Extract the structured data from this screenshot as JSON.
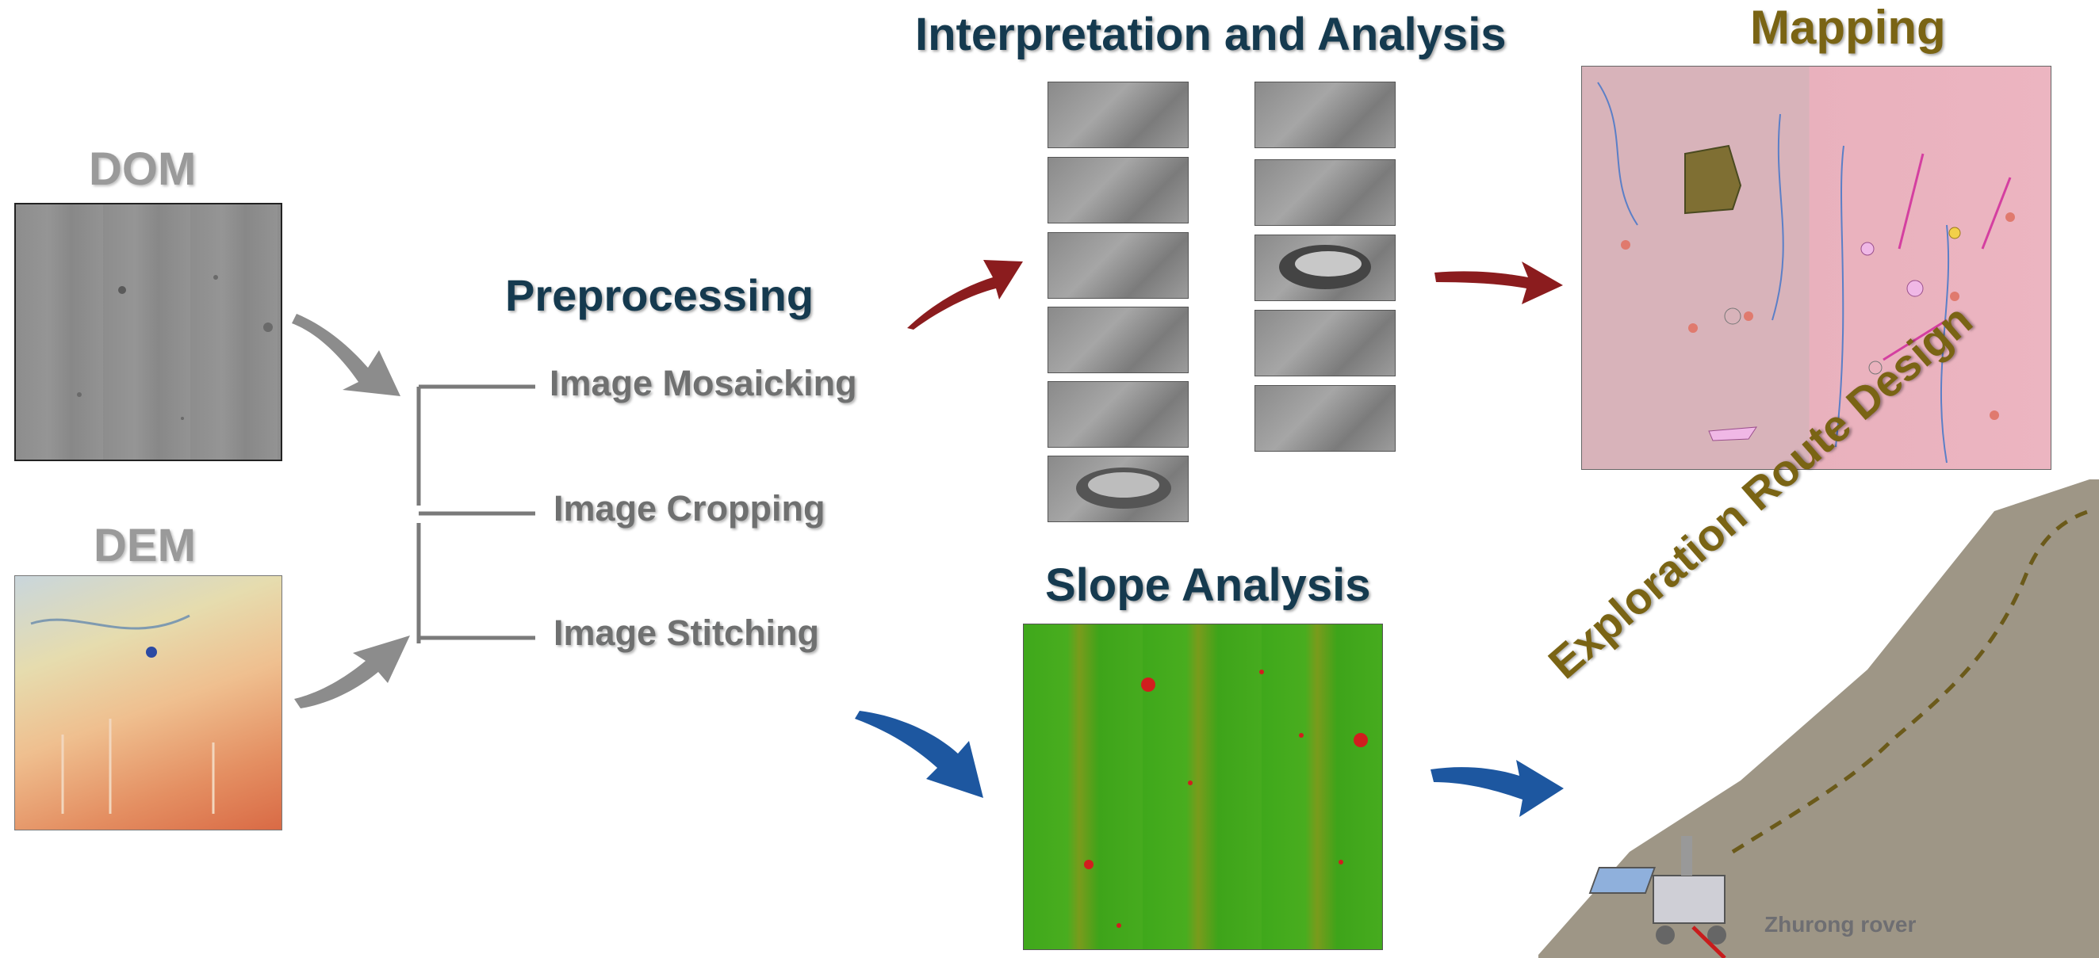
{
  "inputs": {
    "dom_label": "DOM",
    "dem_label": "DEM"
  },
  "preprocessing": {
    "title": "Preprocessing",
    "steps": [
      "Image Mosaicking",
      "Image Cropping",
      "Image Stitching"
    ]
  },
  "interpretation": {
    "title": "Interpretation and Analysis"
  },
  "mapping": {
    "title": "Mapping"
  },
  "slope": {
    "title": "Slope Analysis"
  },
  "route": {
    "title": "Exploration Route Design",
    "rover_label": "Zhurong rover"
  },
  "colors": {
    "heading_dark": "#153a4f",
    "heading_gold": "#7a6414",
    "input_label_gray": "#9a9a9a",
    "step_gray": "#6f7070",
    "arrow_gray": "#8c8c8c",
    "arrow_red": "#8b1c1e",
    "arrow_blue": "#1d57a0",
    "slope_green": "#3aa319",
    "map_pink": "#e4b4bc"
  }
}
